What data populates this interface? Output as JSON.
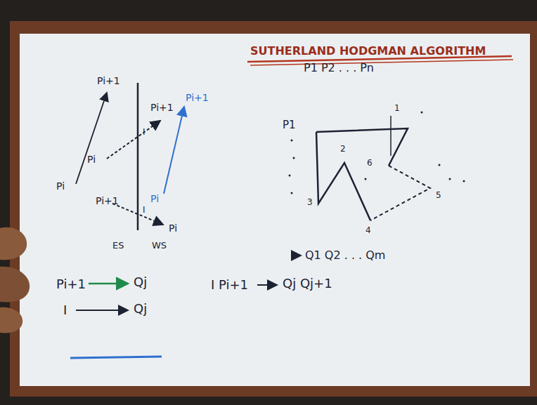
{
  "diagram": {
    "title": "SUTHERLAND HODGMAN ALGORITHM",
    "labels": [
      "P1 P2 . . . Pn",
      "Pi+1",
      "Pi",
      "Pi+1",
      "Pi",
      "I",
      "Pi+1",
      "Pi",
      "Pi+1",
      "I",
      "Pi",
      "ES",
      "WS",
      "P1",
      "1",
      "6",
      "5",
      "4",
      "3",
      "2",
      "Q1 Q2 . . . Qm",
      "Pi+1",
      "Qj",
      "I",
      "Qj",
      "I Pi+1",
      "Qj Qj+1"
    ]
  }
}
